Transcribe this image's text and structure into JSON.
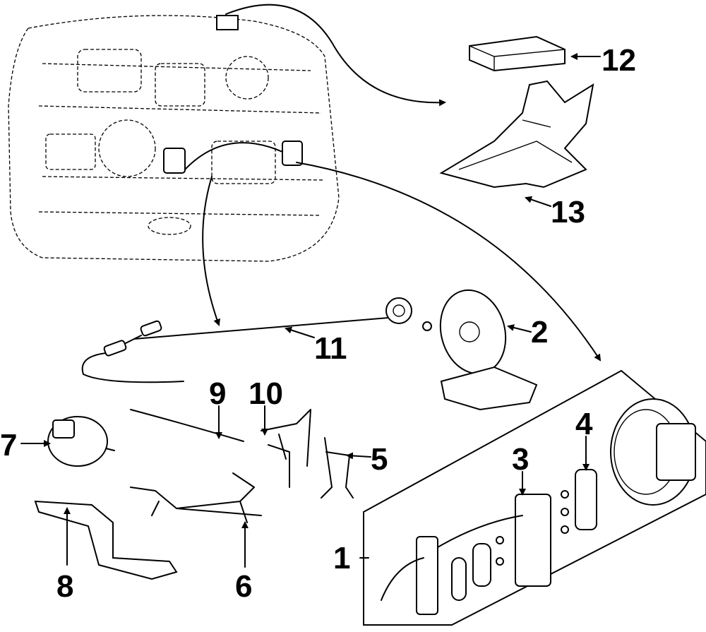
{
  "diagram": {
    "callouts": [
      {
        "id": "1",
        "text": "1"
      },
      {
        "id": "2",
        "text": "2"
      },
      {
        "id": "3",
        "text": "3"
      },
      {
        "id": "4",
        "text": "4"
      },
      {
        "id": "5",
        "text": "5"
      },
      {
        "id": "6",
        "text": "6"
      },
      {
        "id": "7",
        "text": "7"
      },
      {
        "id": "8",
        "text": "8"
      },
      {
        "id": "9",
        "text": "9"
      },
      {
        "id": "10",
        "text": "10"
      },
      {
        "id": "11",
        "text": "11"
      },
      {
        "id": "12",
        "text": "12"
      },
      {
        "id": "13",
        "text": "13"
      }
    ],
    "colors": {
      "line": "#000000",
      "background": "#ffffff"
    }
  }
}
